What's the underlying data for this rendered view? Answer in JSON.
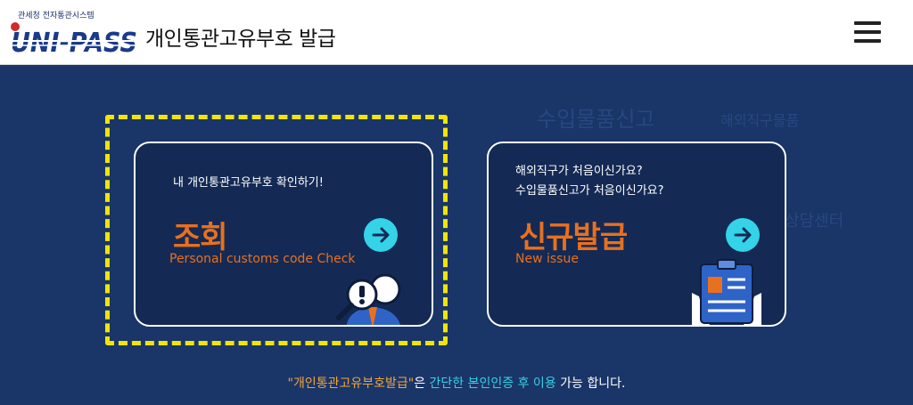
{
  "header": {
    "logo_sub": "관세청 전자통관시스템",
    "logo_text": "UNI-PASS",
    "title": "개인통관고유부호 발급"
  },
  "background_words": [
    "수입물품신고",
    "해외직구물품",
    "상담센터"
  ],
  "cards": {
    "check": {
      "subtitle": "내 개인통관고유부호 확인하기!",
      "title": "조회",
      "english": "Personal customs code Check"
    },
    "new": {
      "subtitle_line1": "해외직구가 처음이신가요?",
      "subtitle_line2": "수입물품신고가 처음이신가요?",
      "title": "신규발급",
      "english": "New issue"
    }
  },
  "footer_note": {
    "part1": "\"개인통관고유부호발급\"",
    "part2": "은 ",
    "part3": "간단한 본인인증 후 이용",
    "part4": " 가능 합니다."
  },
  "colors": {
    "background": "#1a3567",
    "card": "#142a55",
    "accent_orange": "#e8701e",
    "accent_cyan": "#34d3e8",
    "highlight": "#f2e600"
  },
  "icons": {
    "menu": "hamburger-menu-icon",
    "arrow": "arrow-right-icon",
    "check_illustration": "magnifier-person-icon",
    "new_illustration": "clipboard-document-icon"
  }
}
